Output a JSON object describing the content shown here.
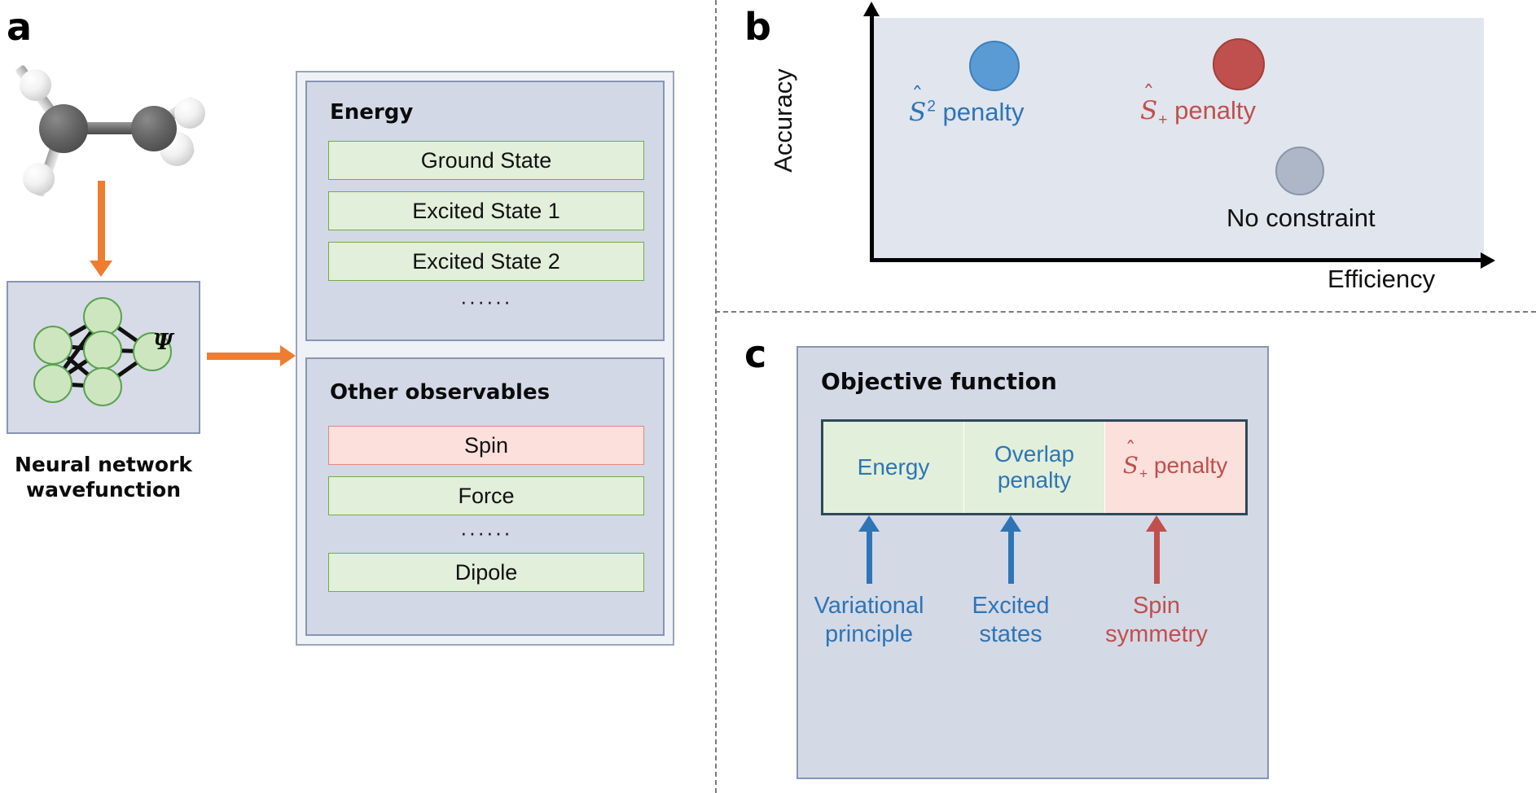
{
  "colors": {
    "orange_arrow": "#ED7D31",
    "blue_accent": "#2E75B6",
    "red_accent": "#C0504D",
    "green_fill": "#E2EFDA",
    "green_border": "#70AD47",
    "red_fill": "#FBE0DC",
    "red_border": "#E08A80",
    "panel_bg": "#D2D8E6",
    "plot_bg": "#E1E5EE",
    "gray_dot": "#AEB7C7"
  },
  "panel_a": {
    "letter": "a",
    "molecule": {
      "name": "ethylene-molecule",
      "carbon_count": 2,
      "hydrogen_count": 4
    },
    "network": {
      "name": "neural-network-diagram",
      "psi_symbol": "Ψ",
      "input_nodes": 2,
      "hidden_nodes": 3,
      "output_nodes": 1
    },
    "caption_line1": "Neural network",
    "caption_line2": "wavefunction",
    "energy_card": {
      "title": "Energy",
      "items": [
        "Ground State",
        "Excited State 1",
        "Excited State 2"
      ],
      "ellipsis": "······"
    },
    "other_card": {
      "title": "Other observables",
      "items": [
        {
          "label": "Spin",
          "style": "red"
        },
        {
          "label": "Force",
          "style": "green"
        }
      ],
      "ellipsis": "······",
      "last_item": {
        "label": "Dipole",
        "style": "green"
      }
    }
  },
  "panel_b": {
    "letter": "b",
    "chart_data": {
      "type": "scatter",
      "title": "",
      "xlabel": "Efficiency",
      "ylabel": "Accuracy",
      "grid": false,
      "legend": "none",
      "xlim": [
        0,
        1
      ],
      "ylim": [
        0,
        1
      ],
      "points": [
        {
          "label": "Ŝ² penalty",
          "label_plain": "S^2 penalty",
          "x": 0.16,
          "y": 0.84,
          "color": "#5B9BD5",
          "radius_px": 29
        },
        {
          "label": "Ŝ₊ penalty",
          "label_plain": "S+ penalty",
          "x": 0.56,
          "y": 0.87,
          "color": "#C0504D",
          "radius_px": 29
        },
        {
          "label": "No constraint",
          "label_plain": "No constraint",
          "x": 0.72,
          "y": 0.4,
          "color": "#AEB7C7",
          "radius_px": 28
        }
      ]
    },
    "labels": {
      "s2_penalty_base": "S",
      "s2_penalty_sup": "2",
      "s2_penalty_text": " penalty",
      "splus_penalty_base": "S",
      "splus_penalty_sub": "+",
      "splus_penalty_text": " penalty",
      "no_constraint": "No constraint",
      "x_axis": "Efficiency",
      "y_axis": "Accuracy"
    }
  },
  "panel_c": {
    "letter": "c",
    "title": "Objective function",
    "cells": [
      {
        "label": "Energy",
        "style": "green",
        "color": "#2E75B6"
      },
      {
        "label": "Overlap\npenalty",
        "line1": "Overlap",
        "line2": "penalty",
        "style": "green",
        "color": "#2E75B6"
      },
      {
        "label": "Ŝ₊ penalty",
        "base": "S",
        "sub": "+",
        "rest": " penalty",
        "style": "red",
        "color": "#C0504D"
      }
    ],
    "sources": [
      {
        "line1": "Variational",
        "line2": "principle",
        "color": "#2E75B6"
      },
      {
        "line1": "Excited",
        "line2": "states",
        "color": "#2E75B6"
      },
      {
        "line1": "Spin",
        "line2": "symmetry",
        "color": "#C0504D"
      }
    ]
  }
}
